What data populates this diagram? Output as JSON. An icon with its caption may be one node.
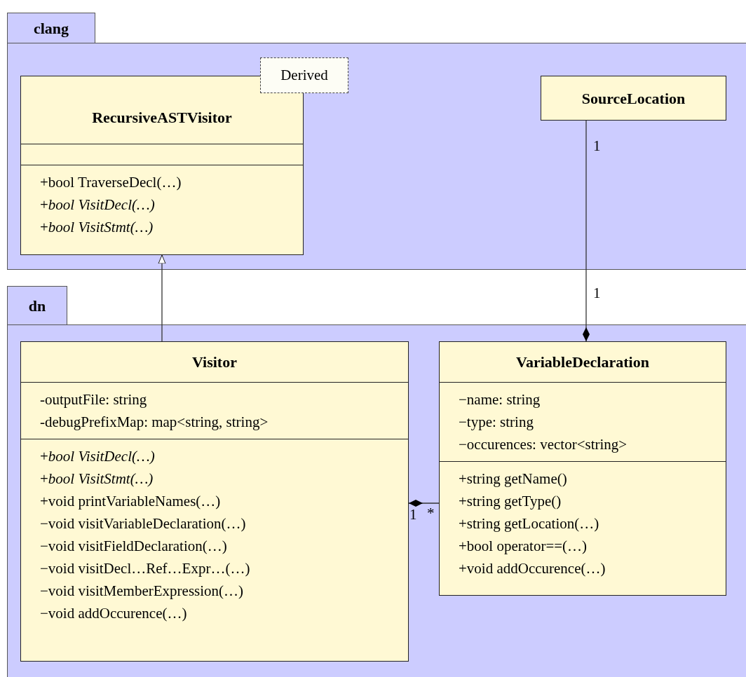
{
  "diagram": {
    "nodes": [
      {
        "text": [
          "clang"
        ]
      },
      {
        "text": [
          "RecursiveASTVisitor",
          "+bool TraverseDecl(…)",
          "+*bool VisitDecl(…)*",
          "+*bool VisitStmt(…)*"
        ],
        "in": 0
      },
      {
        "text": [
          "Derived"
        ],
        "in": 0
      },
      {
        "text": [
          "SourceLocation"
        ],
        "in": 0
      },
      {
        "text": [
          "dn"
        ]
      },
      {
        "text": [
          "Visitor",
          "-outputFile: string",
          "-debugPrefixMap: map<string, string>",
          "+*bool VisitDecl(…)*",
          "+*bool VisitStmt(…)*",
          "+void printVariableNames(…)",
          "−void visitVariableDeclaration(…)",
          "−void visitFieldDeclaration(…)",
          "−void visitDecl…Ref…Expr…(…)",
          "−void visitMemberExpression(…)",
          "−void addOccurence(…)"
        ],
        "in": 4
      },
      {
        "text": [
          "VariableDeclaration",
          "−name: string",
          "−type: string",
          "−occurences: vector<string>",
          "+string getName()",
          "+string getType()",
          "+string getLocation(…)",
          "+bool operator==(…)",
          "+void addOccurence(…)"
        ],
        "in": 4
      }
    ],
    "edges": [
      {
        "from": 5,
        "to": 1,
        "arrow": "to"
      },
      {
        "from": 3,
        "to": 6,
        "arrow": "other"
      },
      {
        "from": 6,
        "to": 5,
        "arrow": "other"
      }
    ],
    "labels": [
      "1",
      "1",
      "1",
      "*"
    ]
  }
}
